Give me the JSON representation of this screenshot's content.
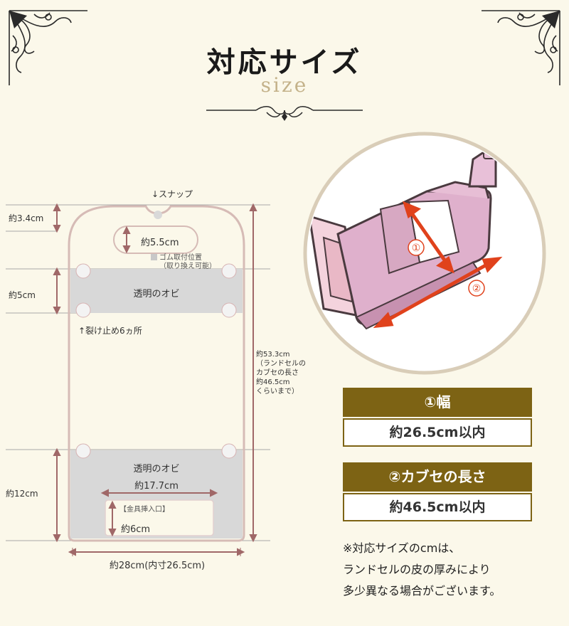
{
  "header": {
    "title": "対応サイズ",
    "subtitle": "size"
  },
  "diagram": {
    "snap_label": "↓スナップ",
    "dim_top": "約3.4cm",
    "snap_width": "約5.5cm",
    "rubber_note_line1": "ゴム取付位置",
    "rubber_note_line2": "（取り換え可能）",
    "dim_band": "約5cm",
    "band_top_label": "透明のオビ",
    "tear_stop_label": "↑裂け止め6ヵ所",
    "length_note": [
      "約53.3cm",
      "（ランドセルの",
      "カブセの長さ",
      "約46.5cm",
      "くらいまで）"
    ],
    "dim_bottom": "約12cm",
    "band_bottom_label": "透明のオビ",
    "band_bottom_width": "約17.7cm",
    "fitting_label": "【金具挿入口】",
    "fitting_height": "約6cm",
    "total_width": "約28cm(内寸26.5cm)"
  },
  "illustration": {
    "marker1": "①",
    "marker2": "②"
  },
  "specs": [
    {
      "header": "①幅",
      "value": "約26.5cm以内"
    },
    {
      "header": "②カブセの長さ",
      "value": "約46.5cm以内"
    }
  ],
  "note": {
    "line1": "※対応サイズのcmは、",
    "line2": "ランドセルの皮の厚みにより",
    "line3": "多少異なる場合がございます。"
  },
  "colors": {
    "accent": "#7d6314",
    "arrow": "#e0421c",
    "outline": "#d2b6b1",
    "background": "#fbf8ea"
  }
}
